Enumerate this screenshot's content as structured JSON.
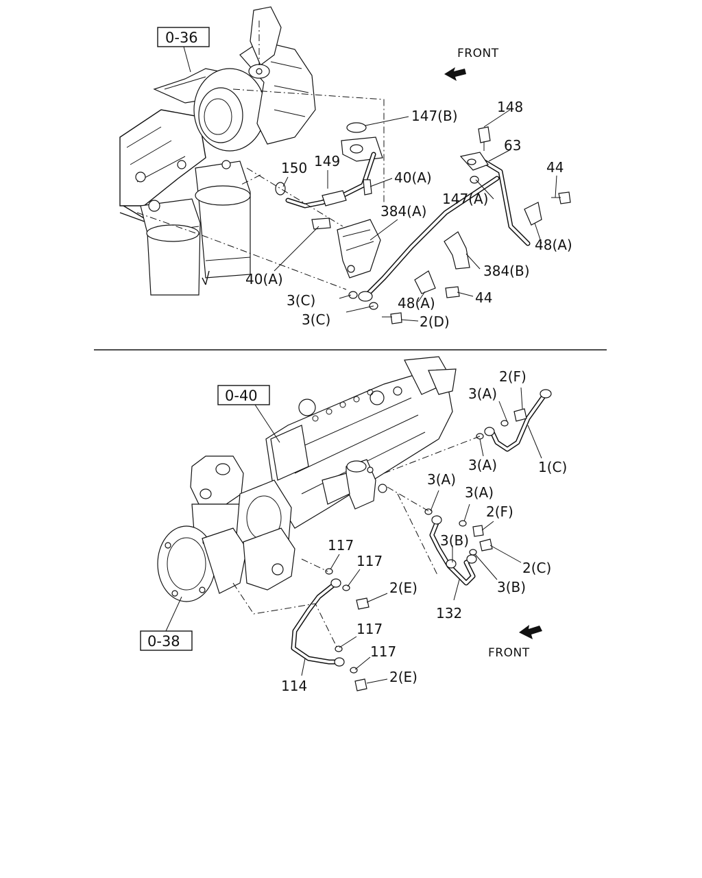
{
  "upper": {
    "ref_box": "0-36",
    "front_label": "FRONT",
    "labels": {
      "p148": "148",
      "p147b": "147(B)",
      "p63": "63",
      "p150": "150",
      "p149": "149",
      "p40a_top": "40(A)",
      "p44_top": "44",
      "p147a": "147(A)",
      "p384a": "384(A)",
      "p48a_right": "48(A)",
      "p384b": "384(B)",
      "p40a_left": "40(A)",
      "p44_bottom": "44",
      "p3c_top": "3(C)",
      "p48a_bottom": "48(A)",
      "p3c_bottom": "3(C)",
      "p2d": "2(D)"
    }
  },
  "lower": {
    "ref_box_top": "0-40",
    "ref_box_bottom": "0-38",
    "front_label": "FRONT",
    "labels": {
      "p2f_top": "2(F)",
      "p3a_1": "3(A)",
      "p3a_2": "3(A)",
      "p1c": "1(C)",
      "p3a_3": "3(A)",
      "p3a_4": "3(A)",
      "p2f_mid": "2(F)",
      "p3b_1": "3(B)",
      "p2c": "2(C)",
      "p3b_2": "3(B)",
      "p117_1": "117",
      "p117_2": "117",
      "p2e_1": "2(E)",
      "p132": "132",
      "p117_3": "117",
      "p117_4": "117",
      "p2e_2": "2(E)",
      "p114": "114"
    }
  }
}
